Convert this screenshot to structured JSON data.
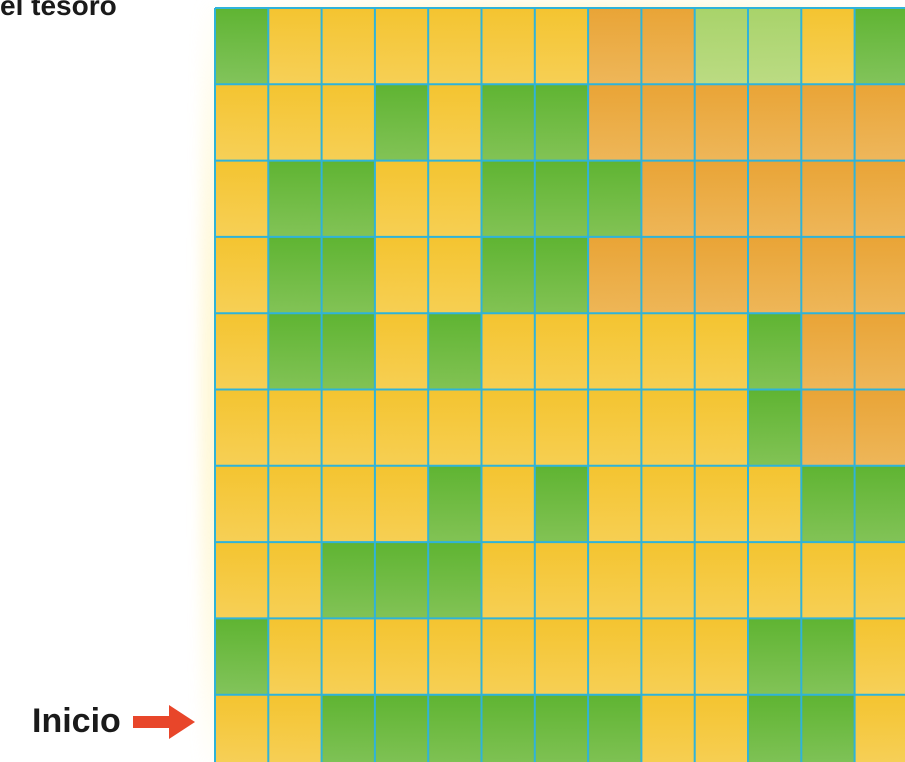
{
  "header": {
    "title": "el tesoro"
  },
  "start": {
    "label": "Inicio",
    "arrow_color": "#e8462a"
  },
  "colors": {
    "grid_line": "#2fb3d9",
    "yellow": "#f4c430",
    "orange": "#e9a436",
    "green": "#5fb432",
    "light_green": "#a8d36a"
  },
  "map": {
    "rows": 10,
    "cols": 13,
    "cell_types": [
      [
        "G",
        "Y",
        "Y",
        "Y",
        "Y",
        "Y",
        "Y",
        "O",
        "O",
        "L",
        "L",
        "Y",
        "G"
      ],
      [
        "Y",
        "Y",
        "Y",
        "G",
        "Y",
        "G",
        "G",
        "O",
        "O",
        "O",
        "O",
        "O",
        "O"
      ],
      [
        "Y",
        "G",
        "G",
        "Y",
        "Y",
        "G",
        "G",
        "G",
        "O",
        "O",
        "O",
        "O",
        "O"
      ],
      [
        "Y",
        "G",
        "G",
        "Y",
        "Y",
        "G",
        "G",
        "O",
        "O",
        "O",
        "O",
        "O",
        "O"
      ],
      [
        "Y",
        "G",
        "G",
        "Y",
        "G",
        "Y",
        "Y",
        "Y",
        "Y",
        "Y",
        "G",
        "O",
        "O"
      ],
      [
        "Y",
        "Y",
        "Y",
        "Y",
        "Y",
        "Y",
        "Y",
        "Y",
        "Y",
        "Y",
        "G",
        "O",
        "O"
      ],
      [
        "Y",
        "Y",
        "Y",
        "Y",
        "G",
        "Y",
        "G",
        "Y",
        "Y",
        "Y",
        "Y",
        "G",
        "G"
      ],
      [
        "Y",
        "Y",
        "G",
        "G",
        "G",
        "Y",
        "Y",
        "Y",
        "Y",
        "Y",
        "Y",
        "Y",
        "Y"
      ],
      [
        "G",
        "Y",
        "Y",
        "Y",
        "Y",
        "Y",
        "Y",
        "Y",
        "Y",
        "Y",
        "G",
        "G",
        "Y"
      ],
      [
        "Y",
        "Y",
        "G",
        "G",
        "G",
        "G",
        "G",
        "G",
        "Y",
        "Y",
        "G",
        "G",
        "Y"
      ]
    ]
  }
}
